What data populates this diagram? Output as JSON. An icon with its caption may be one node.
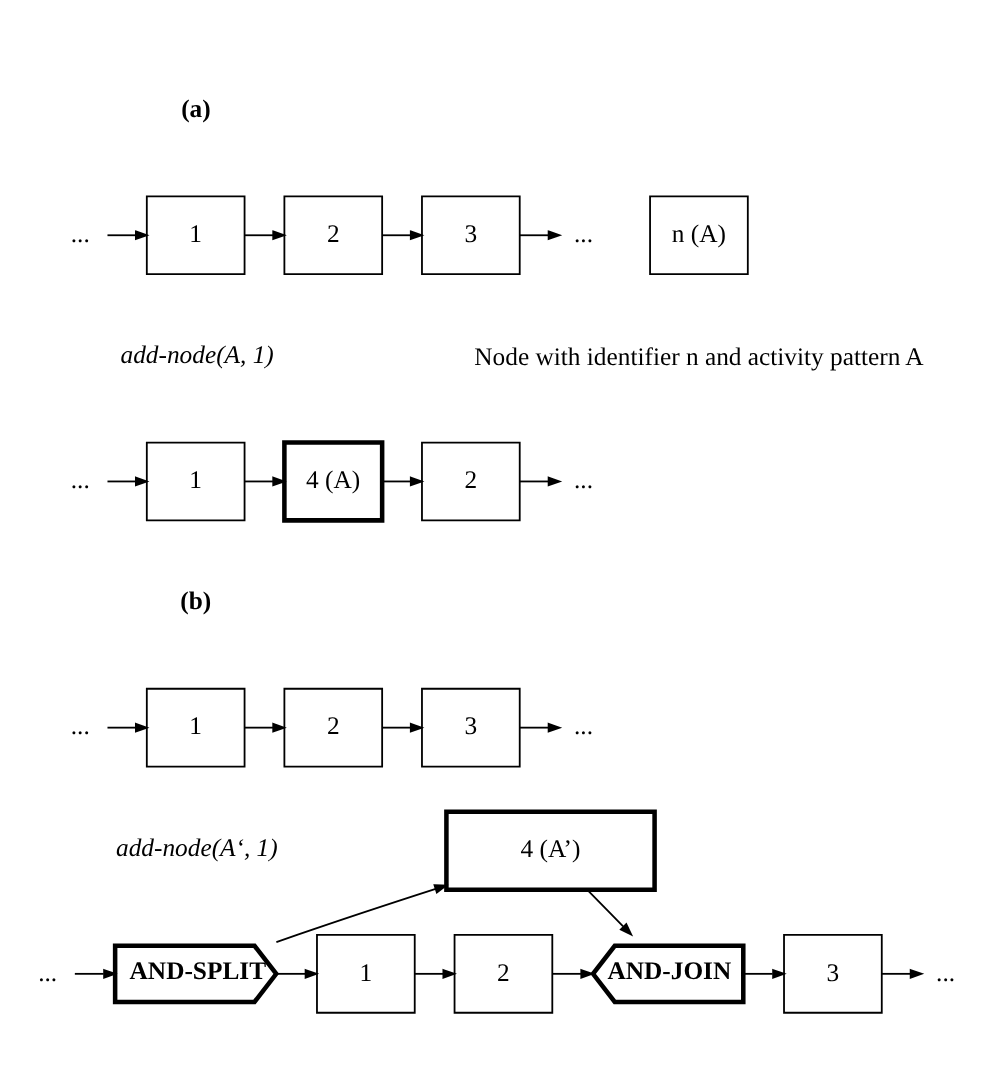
{
  "diagram": {
    "nodes": [
      {
        "text": [
          "..."
        ]
      },
      {
        "text": [
          "1"
        ]
      },
      {
        "text": [
          "2"
        ]
      },
      {
        "text": [
          "3"
        ]
      },
      {
        "text": [
          "..."
        ]
      },
      {
        "text": [
          "n (A)"
        ],
        "beside": [
          "Node with identifier n and activity pattern A"
        ]
      },
      {
        "text": [
          "..."
        ]
      },
      {
        "text": [
          "1"
        ]
      },
      {
        "text": [
          "4 (A)"
        ]
      },
      {
        "text": [
          "2"
        ]
      },
      {
        "text": [
          "..."
        ]
      },
      {
        "text": [
          "..."
        ]
      },
      {
        "text": [
          "1"
        ]
      },
      {
        "text": [
          "2"
        ]
      },
      {
        "text": [
          "3"
        ]
      },
      {
        "text": [
          "..."
        ]
      },
      {
        "text": [
          "4 (A’)"
        ]
      },
      {
        "text": [
          "..."
        ]
      },
      {
        "text": [
          "AND-SPLIT"
        ]
      },
      {
        "text": [
          "1"
        ]
      },
      {
        "text": [
          "2"
        ]
      },
      {
        "text": [
          "AND-JOIN"
        ]
      },
      {
        "text": [
          "3"
        ]
      },
      {
        "text": [
          "..."
        ]
      }
    ],
    "edges": [
      {
        "from": 0,
        "to": 1,
        "arrow": "to"
      },
      {
        "from": 1,
        "to": 2,
        "arrow": "to"
      },
      {
        "from": 2,
        "to": 3,
        "arrow": "to"
      },
      {
        "from": 3,
        "to": 4,
        "arrow": "to"
      },
      {
        "from": 6,
        "to": 7,
        "arrow": "to"
      },
      {
        "from": 7,
        "to": 8,
        "arrow": "to"
      },
      {
        "from": 8,
        "to": 9,
        "arrow": "to"
      },
      {
        "from": 9,
        "to": 10,
        "arrow": "to"
      },
      {
        "from": 11,
        "to": 12,
        "arrow": "to"
      },
      {
        "from": 12,
        "to": 13,
        "arrow": "to"
      },
      {
        "from": 13,
        "to": 14,
        "arrow": "to"
      },
      {
        "from": 14,
        "to": 15,
        "arrow": "to"
      },
      {
        "from": 18,
        "to": 16,
        "arrow": "to"
      },
      {
        "from": 16,
        "to": 21,
        "arrow": "to"
      },
      {
        "from": 17,
        "to": 18,
        "arrow": "to"
      },
      {
        "from": 18,
        "to": 19,
        "arrow": "to"
      },
      {
        "from": 19,
        "to": 20,
        "arrow": "to"
      },
      {
        "from": 20,
        "to": 21,
        "arrow": "to"
      },
      {
        "from": 21,
        "to": 22,
        "arrow": "to"
      },
      {
        "from": 22,
        "to": 23,
        "arrow": "to"
      }
    ],
    "labels": [
      "(a)",
      "add-node(A, 1)",
      "(b)",
      "add-node(A‘, 1)"
    ]
  }
}
